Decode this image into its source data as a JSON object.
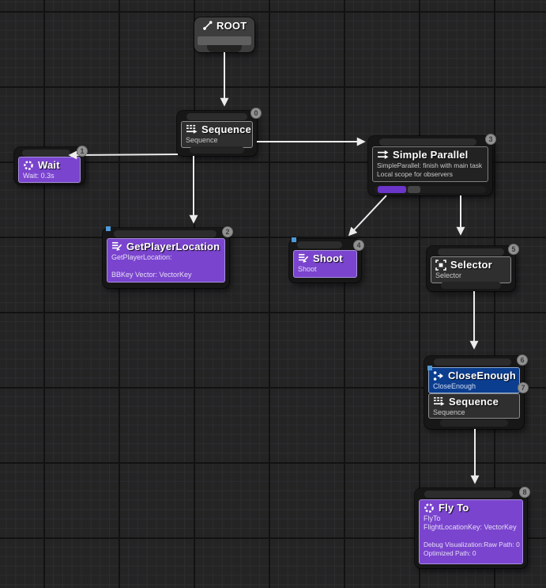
{
  "editor": {
    "type": "behavior-tree-graph",
    "colors": {
      "canvas_bg": "#242425",
      "grid_minor": "#2d2d2f",
      "grid_major": "#121212",
      "task_node": "#7a44ce",
      "decorator_node": "#0c3e90",
      "composite_panel": "#2f2f2f",
      "node_frame": "#171717",
      "wire": "#ececec",
      "badge_bg": "#929292",
      "aborts_chip": "#4e9ad8"
    }
  },
  "nodes": {
    "root": {
      "title": "ROOT"
    },
    "sequence": {
      "badge": "0",
      "title": "Sequence",
      "subtitle": "Sequence"
    },
    "wait": {
      "badge": "1",
      "title": "Wait",
      "subtitle": "Wait: 0.3s"
    },
    "get_player_location": {
      "badge": "2",
      "title": "GetPlayerLocation",
      "lines": [
        "GetPlayerLocation:",
        "",
        "BBKey Vector: VectorKey"
      ]
    },
    "simple_parallel": {
      "badge": "3",
      "title": "Simple Parallel",
      "lines": [
        "SimpleParallel: finish with main task",
        "Local scope for observers"
      ]
    },
    "shoot": {
      "badge": "4",
      "title": "Shoot",
      "subtitle": "Shoot"
    },
    "selector": {
      "badge": "5",
      "title": "Selector",
      "subtitle": "Selector"
    },
    "close_enough": {
      "badge": "6",
      "title": "CloseEnough",
      "subtitle": "CloseEnough"
    },
    "close_enough_sequence": {
      "badge": "7",
      "title": "Sequence",
      "subtitle": "Sequence"
    },
    "fly_to": {
      "badge": "8",
      "title": "Fly To",
      "lines": [
        "FlyTo",
        "FlightLocationKey: VectorKey",
        "",
        "Debug Visualization:Raw Path: 0",
        "Optimized Path: 0"
      ]
    }
  },
  "edges": [
    {
      "from": "ROOT",
      "to": "Sequence"
    },
    {
      "from": "Sequence",
      "to": "Wait"
    },
    {
      "from": "Sequence",
      "to": "GetPlayerLocation"
    },
    {
      "from": "Sequence",
      "to": "Simple Parallel"
    },
    {
      "from": "Simple Parallel",
      "to": "Shoot"
    },
    {
      "from": "Simple Parallel",
      "to": "Selector"
    },
    {
      "from": "Selector",
      "to": "CloseEnough / Sequence"
    },
    {
      "from": "CloseEnough / Sequence",
      "to": "Fly To"
    }
  ]
}
